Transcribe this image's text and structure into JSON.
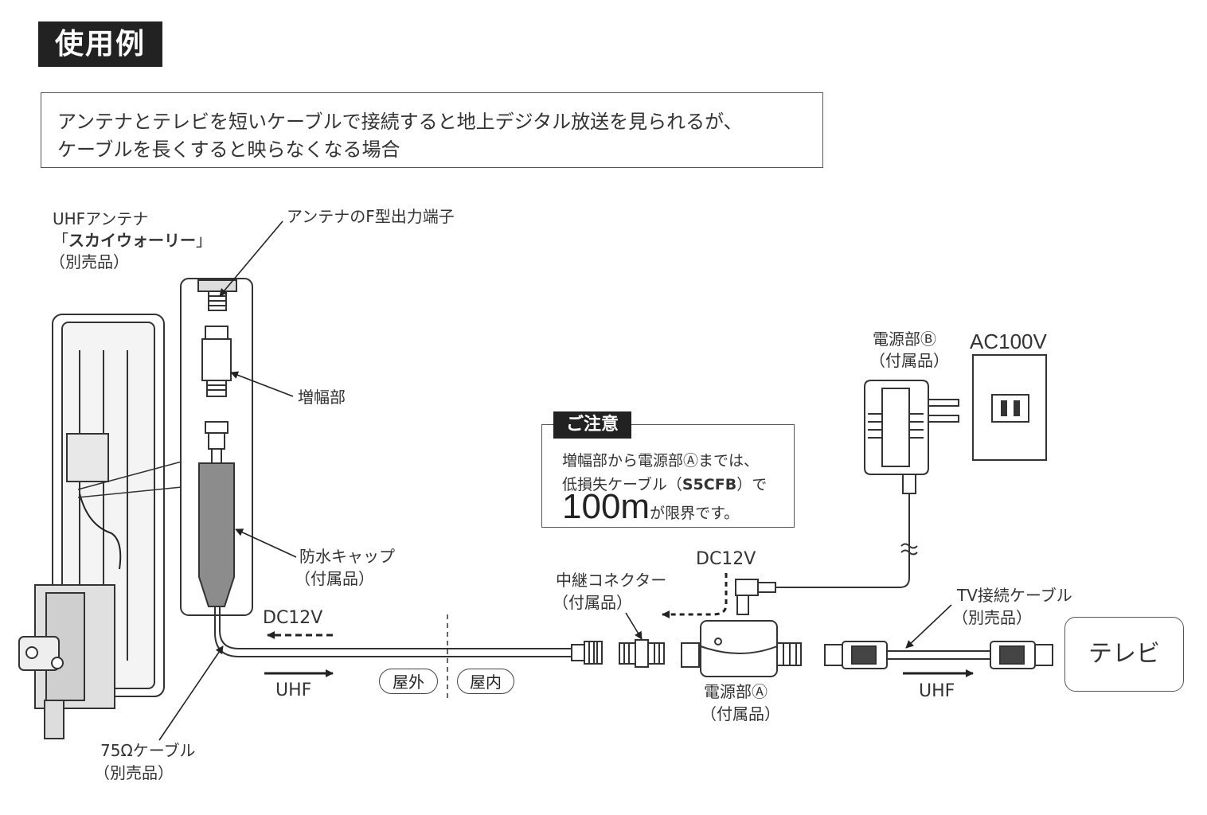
{
  "header": {
    "title": "使用例"
  },
  "intro": {
    "line1": "アンテナとテレビを短いケーブルで接続すると地上デジタル放送を見られるが、",
    "line2": "ケーブルを長くすると映らなくなる場合"
  },
  "antenna": {
    "line1": "UHFアンテナ",
    "name_open": "「",
    "name": "スカイウォーリー",
    "name_close": "」",
    "note": "（別売品）"
  },
  "labels": {
    "f_terminal": "アンテナのF型出力端子",
    "amplifier": "増幅部",
    "cap": "防水キャップ",
    "cap_note": "（付属品）",
    "cable75": "75Ωケーブル",
    "cable75_note": "（別売品）",
    "dc12v_left": "DC12V",
    "uhf_left": "UHF",
    "outdoor": "屋外",
    "indoor": "屋内",
    "relay": "中継コネクター",
    "relay_note": "（付属品）",
    "dc12v_right": "DC12V",
    "psu_a": "電源部Ⓐ",
    "psu_a_note": "（付属品）",
    "psu_b": "電源部Ⓑ",
    "psu_b_note": "（付属品）",
    "ac": "AC100V",
    "tv_cable": "TV接続ケーブル",
    "tv_cable_note": "（別売品）",
    "uhf_right": "UHF",
    "tv": "テレビ"
  },
  "notice": {
    "heading": "ご注意",
    "line1": "増幅部から電源部Ⓐまでは、",
    "line2_pre": "低損失ケーブル（",
    "line2_bold": "S5CFB",
    "line2_post": "）で",
    "big": "100m",
    "line3_post": "が限界です。"
  },
  "colors": {
    "dark": "#222222",
    "line": "#333333",
    "cap_fill": "#8c8c8c",
    "paper": "#ffffff"
  }
}
